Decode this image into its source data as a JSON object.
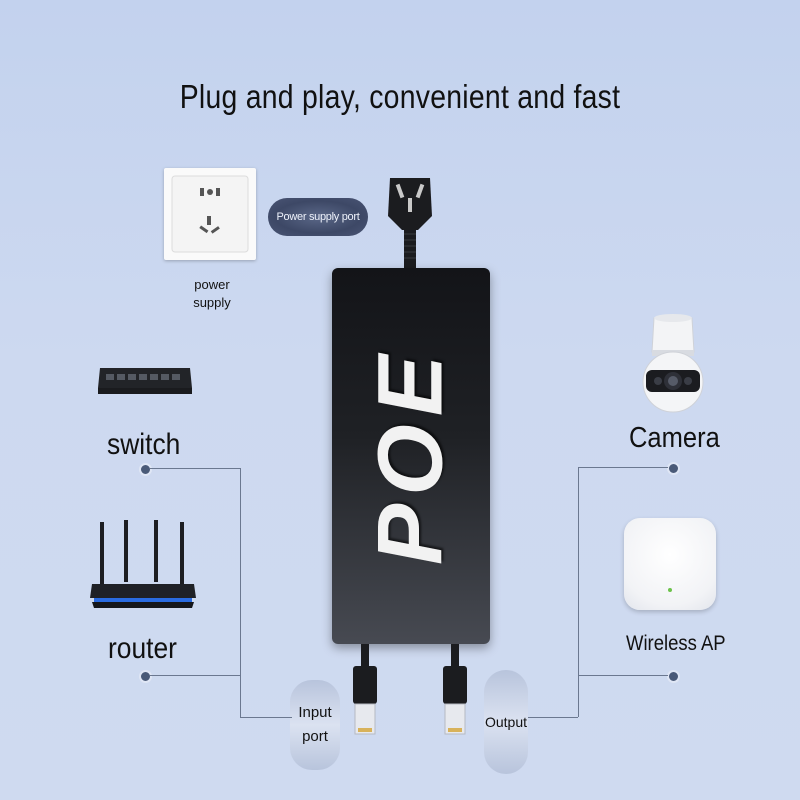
{
  "title": "Plug and play, convenient and fast",
  "power_supply": {
    "label_line1": "power",
    "label_line2": "supply",
    "port_label": "Power supply port"
  },
  "poe": {
    "brand": "POE"
  },
  "left": {
    "switch_label": "switch",
    "router_label": "router"
  },
  "right": {
    "camera_label": "Camera",
    "ap_label": "Wireless AP"
  },
  "ports": {
    "input_line1": "Input",
    "input_line2": "port",
    "output_label": "Output"
  },
  "colors": {
    "background": "#c9d6ef",
    "device": "#1e2024",
    "connector_line": "#6b7890"
  }
}
